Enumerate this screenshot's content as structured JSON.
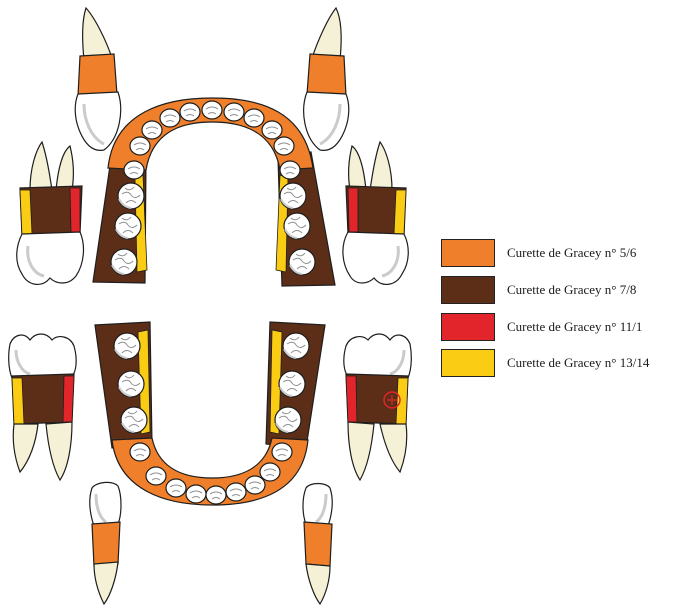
{
  "colors": {
    "orange": "#EF7F2A",
    "brown": "#5C2E17",
    "red": "#E2242B",
    "yellow": "#FACD14",
    "tooth_fill": "#FFFFFF",
    "tooth_shade": "#D8DADB",
    "root_fill": "#F5F1D6",
    "outline": "#1E1E1E"
  },
  "legend": {
    "items": [
      {
        "label": "Curette de Gracey n° 5/6",
        "color_key": "orange"
      },
      {
        "label": "Curette de Gracey n° 7/8",
        "color_key": "brown"
      },
      {
        "label": "Curette de Gracey n° 11/1",
        "color_key": "red"
      },
      {
        "label": "Curette de Gracey n° 13/14",
        "color_key": "yellow"
      }
    ]
  }
}
